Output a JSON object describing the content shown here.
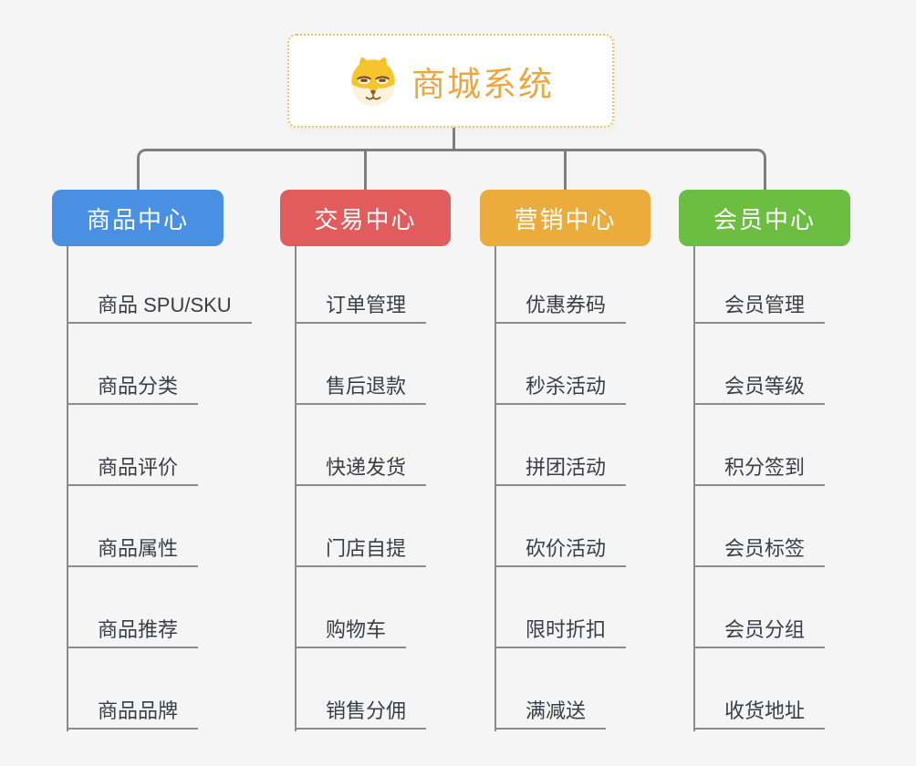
{
  "canvas": {
    "background": "#f5f5f5"
  },
  "root": {
    "label": "商城系统",
    "icon": "dog-face-icon",
    "label_color": "#F0A63F",
    "border_color": "#EFBE6B",
    "background": "#ffffff"
  },
  "connectors": {
    "line_color": "#7F7F7F",
    "leaf_line_color": "#8B8B8B"
  },
  "branches": [
    {
      "label": "商品中心",
      "color": "#4A90E2",
      "children": [
        "商品 SPU/SKU",
        "商品分类",
        "商品评价",
        "商品属性",
        "商品推荐",
        "商品品牌"
      ]
    },
    {
      "label": "交易中心",
      "color": "#E15C5C",
      "children": [
        "订单管理",
        "售后退款",
        "快递发货",
        "门店自提",
        "购物车",
        "销售分佣"
      ]
    },
    {
      "label": "营销中心",
      "color": "#EBAB3D",
      "children": [
        "优惠券码",
        "秒杀活动",
        "拼团活动",
        "砍价活动",
        "限时折扣",
        "满减送"
      ]
    },
    {
      "label": "会员中心",
      "color": "#6CBE42",
      "children": [
        "会员管理",
        "会员等级",
        "积分签到",
        "会员标签",
        "会员分组",
        "收货地址"
      ]
    }
  ]
}
